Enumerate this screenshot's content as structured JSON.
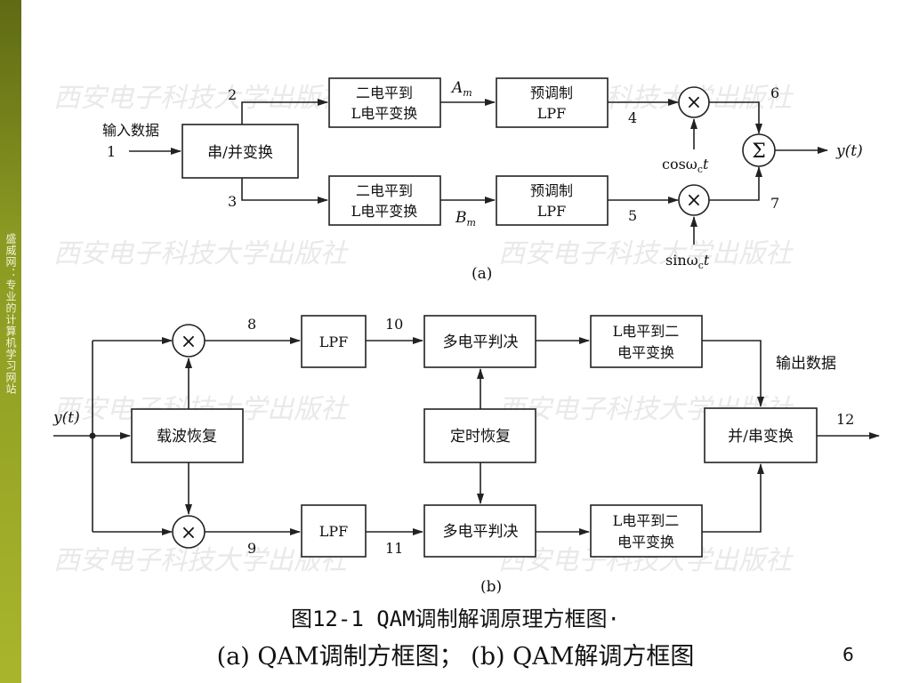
{
  "sidebar": {
    "text": "盛威网：专业的计算机学习网站"
  },
  "watermark": "西安电子科技大学出版社",
  "diagram_a": {
    "input_label": "输入数据",
    "n1": "1",
    "n2": "2",
    "n3": "3",
    "n4": "4",
    "n5": "5",
    "n6": "6",
    "n7": "7",
    "sp_label": "串/并变换",
    "conv_line1": "二电平到",
    "conv_line2": "L电平变换",
    "lpf_line1": "预调制",
    "lpf_line2": "LPF",
    "am": "A",
    "am_sub": "m",
    "bm": "B",
    "bm_sub": "m",
    "cos": "cosω",
    "cos_sub": "c",
    "cos_t": "t",
    "sin": "sinω",
    "sin_sub": "c",
    "sin_t": "t",
    "sigma": "Σ",
    "mult": "×",
    "output": "y(t)",
    "label": "(a)"
  },
  "diagram_b": {
    "input": "y(t)",
    "n8": "8",
    "n9": "9",
    "n10": "10",
    "n11": "11",
    "n12": "12",
    "lpf": "LPF",
    "decision": "多电平判决",
    "conv_line1": "L电平到二",
    "conv_line2": "电平变换",
    "carrier": "载波恢复",
    "timing": "定时恢复",
    "ps": "并/串变换",
    "output_label": "输出数据",
    "mult": "×",
    "label": "(b)"
  },
  "caption": {
    "line1": "图12-1    QAM调制解调原理方框图·",
    "line2": "(a) QAM调制方框图； (b) QAM解调方框图"
  },
  "page_number": "6"
}
